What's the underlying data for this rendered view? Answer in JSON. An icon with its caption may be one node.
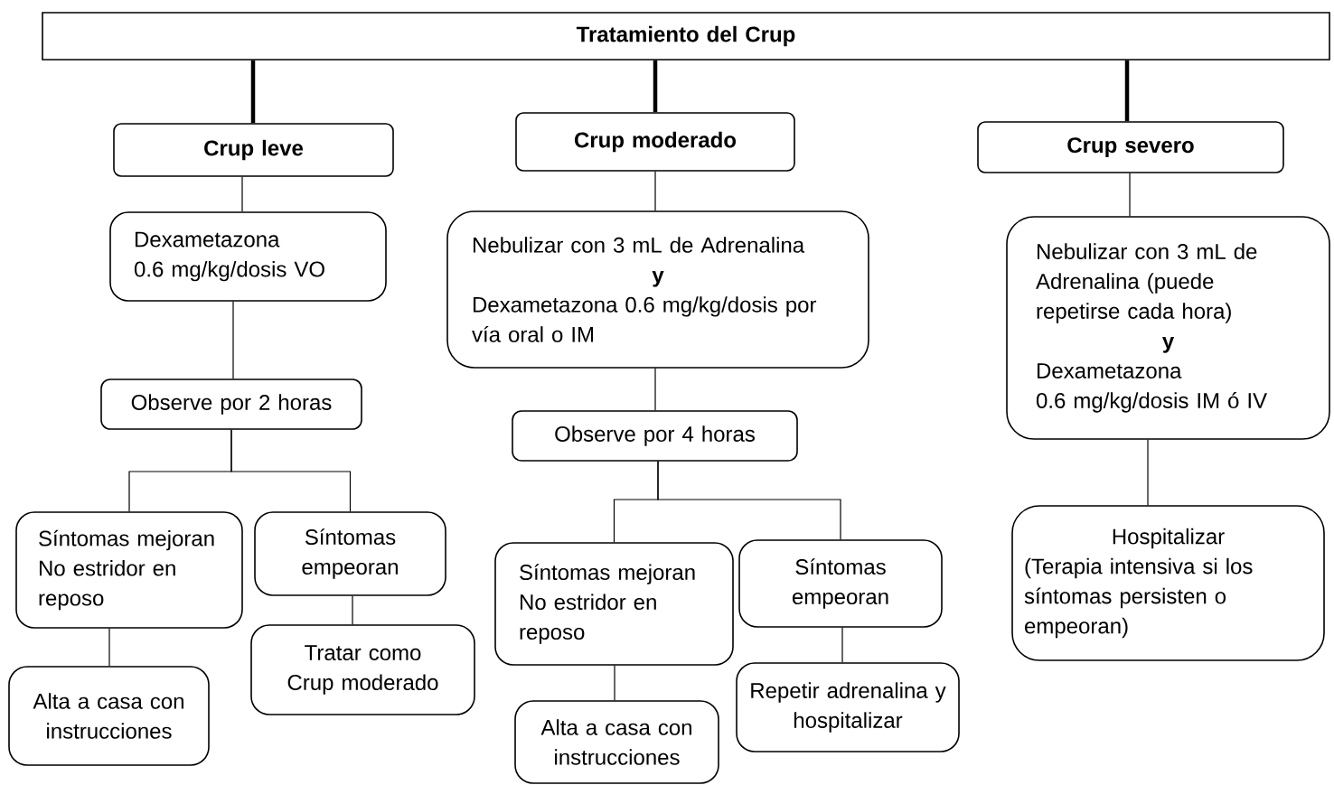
{
  "diagram": {
    "nodes": [
      {
        "text": [
          "Tratamiento del Crup"
        ]
      },
      {
        "text": [
          "Crup leve"
        ]
      },
      {
        "text": [
          "Crup moderado"
        ]
      },
      {
        "text": [
          "Crup severo"
        ]
      },
      {
        "text": [
          "Dexametazona",
          "0.6 mg/kg/dosis VO"
        ]
      },
      {
        "text": [
          "Observe por 2 horas"
        ]
      },
      {
        "text": [
          "Síntomas mejoran No estridor en reposo"
        ]
      },
      {
        "text": [
          "Síntomas empeoran"
        ]
      },
      {
        "text": [
          "Alta a casa con instrucciones"
        ]
      },
      {
        "text": [
          "Tratar como Crup moderado"
        ]
      },
      {
        "text": [
          "Nebulizar con 3 mL de Adrenalina",
          "y",
          "Dexametazona 0.6 mg/kg/dosis por vía oral o IM"
        ]
      },
      {
        "text": [
          "Observe por 4 horas"
        ]
      },
      {
        "text": [
          "Síntomas mejoran No estridor en reposo"
        ]
      },
      {
        "text": [
          "Síntomas empeoran"
        ]
      },
      {
        "text": [
          "Alta a casa con instrucciones"
        ]
      },
      {
        "text": [
          "Repetir adrenalina y hospitalizar"
        ]
      },
      {
        "text": [
          "Nebulizar con 3 mL de Adrenalina (puede repetirse cada hora)",
          "y",
          "Dexametazona",
          "0.6 mg/kg/dosis IM ó IV"
        ]
      },
      {
        "text": [
          "Hospitalizar",
          "(Terapia intensiva si los síntomas persisten o empeoran)"
        ]
      }
    ],
    "edges": [
      {
        "from": 0,
        "to": 1,
        "arrow": "none",
        "style": "thick"
      },
      {
        "from": 0,
        "to": 2,
        "arrow": "none",
        "style": "thick"
      },
      {
        "from": 0,
        "to": 3,
        "arrow": "none",
        "style": "thick"
      },
      {
        "from": 1,
        "to": 4,
        "arrow": "none"
      },
      {
        "from": 4,
        "to": 5,
        "arrow": "none"
      },
      {
        "from": 5,
        "to": 6,
        "arrow": "none"
      },
      {
        "from": 5,
        "to": 7,
        "arrow": "none"
      },
      {
        "from": 6,
        "to": 8,
        "arrow": "none"
      },
      {
        "from": 7,
        "to": 9,
        "arrow": "none"
      },
      {
        "from": 2,
        "to": 10,
        "arrow": "none"
      },
      {
        "from": 10,
        "to": 11,
        "arrow": "none"
      },
      {
        "from": 11,
        "to": 12,
        "arrow": "none"
      },
      {
        "from": 11,
        "to": 13,
        "arrow": "none"
      },
      {
        "from": 12,
        "to": 14,
        "arrow": "none"
      },
      {
        "from": 13,
        "to": 15,
        "arrow": "none"
      },
      {
        "from": 3,
        "to": 16,
        "arrow": "none"
      },
      {
        "from": 16,
        "to": 17,
        "arrow": "none"
      }
    ]
  }
}
